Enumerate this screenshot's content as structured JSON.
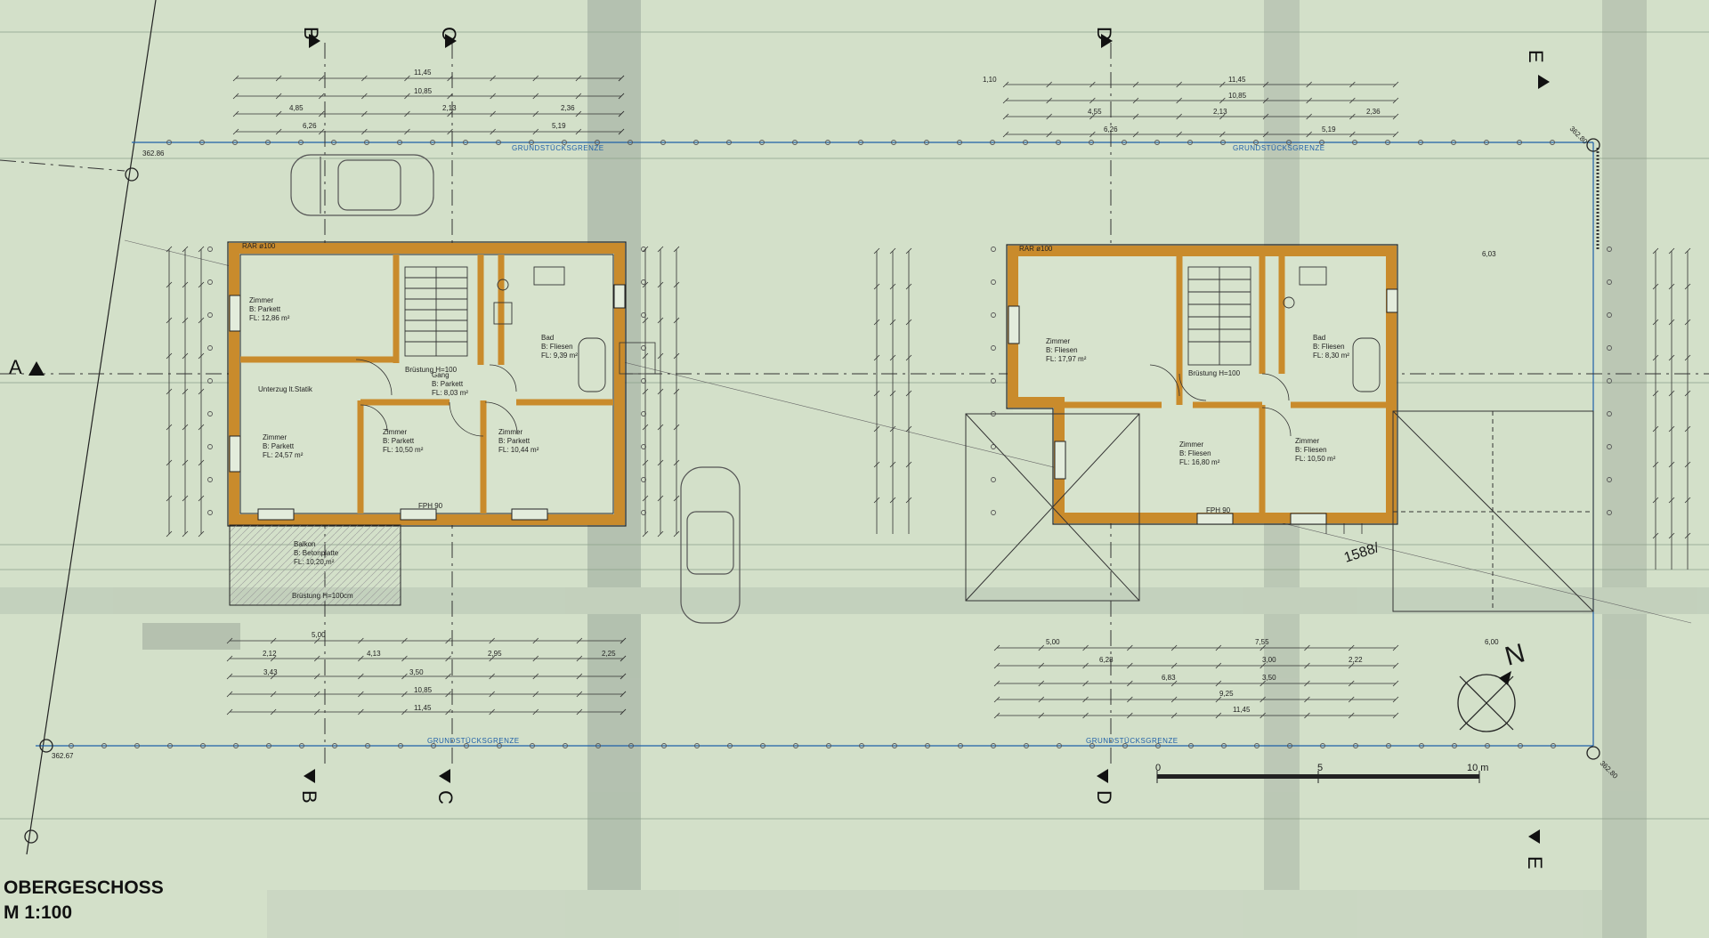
{
  "title": {
    "line1": "OBERGESCHOSS",
    "line2": "M 1:100"
  },
  "section_markers": {
    "a": "A",
    "b": "B",
    "c": "C",
    "d": "D",
    "e": "E"
  },
  "property_line": "GRUNDSTÜCKSGRENZE",
  "elevations": {
    "nw": "362.86",
    "sw": "362.67",
    "ne": "362.80",
    "se": "362.80"
  },
  "compass": {
    "north": "N"
  },
  "scale_bar": {
    "zero": "0",
    "mid": "5",
    "end": "10 m"
  },
  "plot_number": "1588/",
  "balcony": {
    "name": "Balkon",
    "floor": "B: Betonplatte",
    "area": "FL: 10,20 m²",
    "railing": "Brüstung H=100cm"
  },
  "house_left": {
    "rooms": [
      {
        "name": "Zimmer",
        "floor": "B: Parkett",
        "area": "FL: 12,86 m²"
      },
      {
        "name": "Zimmer",
        "floor": "B: Parkett",
        "area": "FL: 24,57 m²"
      },
      {
        "name": "Zimmer",
        "floor": "B: Parkett",
        "area": "FL: 10,50 m²"
      },
      {
        "name": "Zimmer",
        "floor": "B: Parkett",
        "area": "FL: 10,44 m²"
      },
      {
        "name": "Bad",
        "floor": "B: Fliesen",
        "area": "FL: 9,39 m²"
      },
      {
        "name": "Gang",
        "floor": "B: Parkett",
        "area": "FL: 8,03 m²"
      }
    ],
    "notes": {
      "railing": "Brüstung H=100",
      "beam": "Unterzug lt.Statik",
      "rar": "RAR ø100",
      "fph": "FPH 90"
    },
    "dims_top": [
      "11,45",
      "10,85",
      "4,85",
      "2,13",
      "2,36",
      "5,19",
      "6,26"
    ],
    "dims_bottom": [
      "5,00",
      "2,12",
      "4,13",
      "2,95",
      "2,25",
      "3,43",
      "3,50",
      "10,85",
      "11,45"
    ]
  },
  "house_right": {
    "rooms": [
      {
        "name": "Zimmer",
        "floor": "B: Fliesen",
        "area": "FL: 17,97 m²"
      },
      {
        "name": "Zimmer",
        "floor": "B: Fliesen",
        "area": "FL: 16,80 m²"
      },
      {
        "name": "Zimmer",
        "floor": "B: Fliesen",
        "area": "FL: 10,50 m²"
      },
      {
        "name": "Bad",
        "floor": "B: Fliesen",
        "area": "FL: 8,30 m²"
      }
    ],
    "notes": {
      "railing": "Brüstung H=100",
      "rar": "RAR ø100",
      "fph": "FPH 90"
    },
    "dims_top": [
      "1,10",
      "11,45",
      "10,85",
      "4,55",
      "2,13",
      "2,36",
      "5,19",
      "6,26",
      "6,03"
    ],
    "dims_bottom": [
      "5,00",
      "7,55",
      "6,00",
      "6,28",
      "3,00",
      "2,22",
      "6,83",
      "3,50",
      "9,25",
      "11,45"
    ]
  }
}
